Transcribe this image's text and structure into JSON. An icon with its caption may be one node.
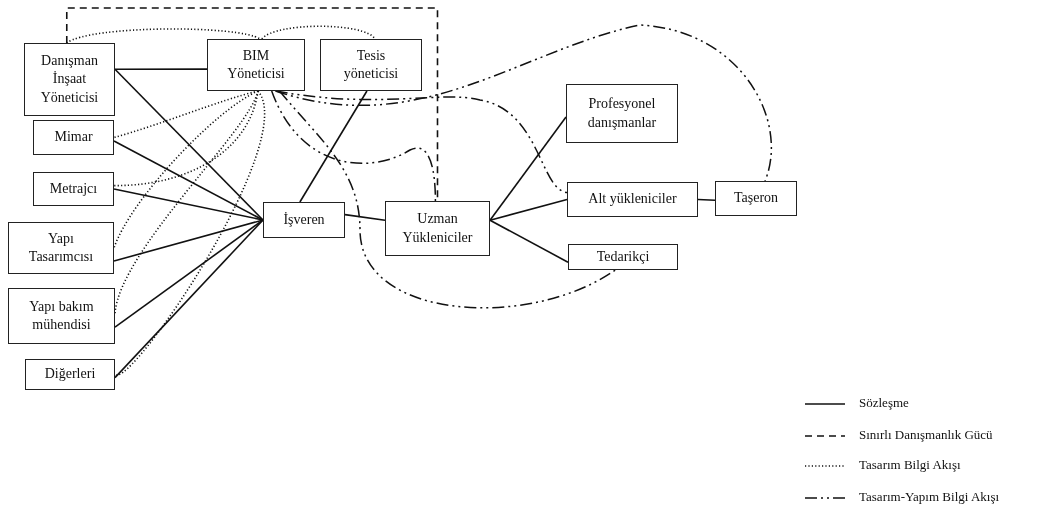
{
  "diagram": {
    "nodes": [
      {
        "text": [
          "Danışman İnşaat Yöneticisi"
        ]
      },
      {
        "text": [
          "BIM Yöneticisi"
        ]
      },
      {
        "text": [
          "Tesis yöneticisi"
        ]
      },
      {
        "text": [
          "Mimar"
        ]
      },
      {
        "text": [
          "Metrajcı"
        ]
      },
      {
        "text": [
          "Yapı Tasarımcısı"
        ]
      },
      {
        "text": [
          "Yapı bakım mühendisi"
        ]
      },
      {
        "text": [
          "Diğerleri"
        ]
      },
      {
        "text": [
          "İşveren"
        ]
      },
      {
        "text": [
          "Uzman Yükleniciler"
        ]
      },
      {
        "text": [
          "Profesyonel danışmanlar"
        ]
      },
      {
        "text": [
          "Alt yükleniciler"
        ]
      },
      {
        "text": [
          "Taşeron"
        ]
      },
      {
        "text": [
          "Tedarikçi"
        ]
      }
    ],
    "edges": [
      {
        "from": 0,
        "to": 1,
        "arrow": "none"
      },
      {
        "from": 0,
        "to": 8,
        "arrow": "none"
      },
      {
        "from": 3,
        "to": 8,
        "arrow": "none"
      },
      {
        "from": 4,
        "to": 8,
        "arrow": "none"
      },
      {
        "from": 5,
        "to": 8,
        "arrow": "none"
      },
      {
        "from": 6,
        "to": 8,
        "arrow": "none"
      },
      {
        "from": 7,
        "to": 8,
        "arrow": "none"
      },
      {
        "from": 2,
        "to": 8,
        "arrow": "none"
      },
      {
        "from": 8,
        "to": 9,
        "arrow": "none"
      },
      {
        "from": 9,
        "to": 10,
        "arrow": "none"
      },
      {
        "from": 9,
        "to": 11,
        "arrow": "none"
      },
      {
        "from": 9,
        "to": 13,
        "arrow": "none"
      },
      {
        "from": 11,
        "to": 12,
        "arrow": "none"
      },
      {
        "from": 0,
        "to": 9,
        "arrow": "none",
        "style": "dashed"
      },
      {
        "from": 0,
        "to": 1,
        "arrow": "none",
        "style": "dashed"
      },
      {
        "from": 1,
        "to": 2,
        "arrow": "none",
        "style": "dashed"
      },
      {
        "from": 1,
        "to": 3,
        "arrow": "none",
        "style": "dashed"
      },
      {
        "from": 1,
        "to": 4,
        "arrow": "none",
        "style": "dashed"
      },
      {
        "from": 1,
        "to": 5,
        "arrow": "none",
        "style": "dashed"
      },
      {
        "from": 1,
        "to": 6,
        "arrow": "none",
        "style": "dashed"
      },
      {
        "from": 1,
        "to": 7,
        "arrow": "none",
        "style": "dashed"
      },
      {
        "from": 1,
        "to": 12,
        "arrow": "none",
        "style": "dashed"
      },
      {
        "from": 1,
        "to": 11,
        "arrow": "none",
        "style": "dashed"
      },
      {
        "from": 1,
        "to": 9,
        "arrow": "none",
        "style": "dashed"
      },
      {
        "from": 1,
        "to": 13,
        "arrow": "none",
        "style": "dashed"
      }
    ],
    "legend": [
      {
        "text": "Sözleşme"
      },
      {
        "text": "Sınırlı Danışmanlık Gücü"
      },
      {
        "text": "Tasarım Bilgi Akışı"
      },
      {
        "text": "Tasarım-Yapım Bilgi Akışı"
      }
    ]
  }
}
